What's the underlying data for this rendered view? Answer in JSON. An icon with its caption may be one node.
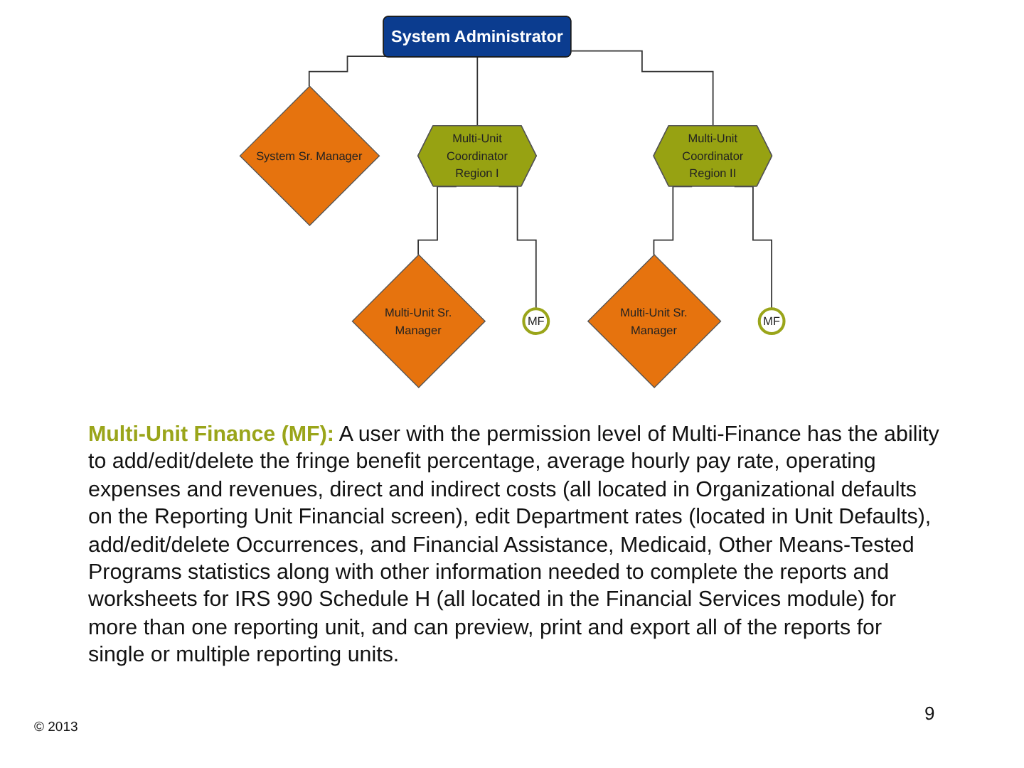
{
  "diagram": {
    "nodes": [
      {
        "text": [
          "System Administrator"
        ]
      },
      {
        "text": [
          "System Sr. Manager"
        ]
      },
      {
        "text": [
          "Multi-Unit Coordinator Region I"
        ]
      },
      {
        "text": [
          "Multi-Unit Sr. Manager"
        ]
      },
      {
        "text": [
          "Multi-Unit Sr. Manager"
        ]
      },
      {
        "text": [
          "Multi-Unit Coordinator Region II"
        ]
      },
      {
        "text": [
          "MF"
        ]
      },
      {
        "text": [
          "MF"
        ]
      }
    ],
    "edges": [
      {
        "from": 0,
        "to": 1,
        "arrow": "none"
      },
      {
        "from": 0,
        "to": 2,
        "arrow": "none"
      },
      {
        "from": 0,
        "to": 5,
        "arrow": "none"
      },
      {
        "from": 2,
        "to": 3,
        "arrow": "none"
      },
      {
        "from": 5,
        "to": 4,
        "arrow": "none"
      },
      {
        "from": 2,
        "to": 6,
        "arrow": "none"
      },
      {
        "from": 5,
        "to": 7,
        "arrow": "none"
      }
    ],
    "labels": [
      "**Multi-Unit Finance (MF):**  A user with the permission level of Multi-Finance has the ability to add/edit/delete the fringe benefit percentage, average hourly pay rate, operating expenses and revenues, direct and indirect costs (all located in Organizational defaults on the Reporting Unit Financial screen), edit Department rates (located in Unit Defaults), add/edit/delete Occurrences, and Financial Assistance, Medicaid, Other Means-Tested Programs statistics along with other information needed to complete the reports and worksheets for IRS 990 Schedule H (all located in the Financial Services module) for more than one reporting unit, and can preview, print and export all of the reports for single or multiple reporting units.",
      "© 2013",
      "9"
    ]
  }
}
